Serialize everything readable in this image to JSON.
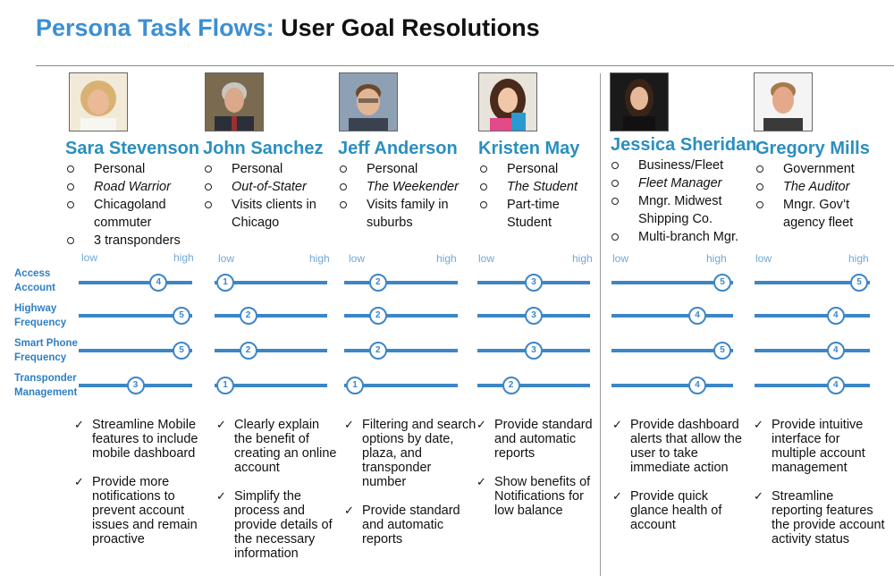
{
  "title": {
    "accent": "Persona Task Flows:",
    "main": "User Goal Resolutions"
  },
  "scale": {
    "low": "low",
    "high": "high"
  },
  "metrics": [
    "Access Account",
    "Highway Frequency",
    "Smart Phone Frequency",
    "Transponder Management"
  ],
  "metric_lines": [
    [
      "Access",
      "Account"
    ],
    [
      "Highway",
      "Frequency"
    ],
    [
      "Smart Phone",
      "Frequency"
    ],
    [
      "Transponder",
      "Management"
    ]
  ],
  "colors": {
    "accent": "#3d8fd1",
    "name": "#2a8fbf",
    "slider": "#3d86c6"
  },
  "personas": [
    {
      "name": "Sara Stevenson",
      "attributes": [
        "Personal",
        "Road Warrior",
        "Chicagoland commuter",
        "3 transponders"
      ],
      "ratings": [
        4,
        5,
        5,
        3
      ],
      "recommendations": [
        "Streamline Mobile features to include mobile dashboard",
        "Provide more notifications to prevent account issues and remain proactive"
      ]
    },
    {
      "name": "John Sanchez",
      "attributes": [
        "Personal",
        "Out-of-Stater",
        "Visits clients in Chicago"
      ],
      "ratings": [
        1,
        2,
        2,
        1
      ],
      "recommendations": [
        "Clearly explain the benefit of creating an online account",
        "Simplify the process and provide details of the necessary information"
      ]
    },
    {
      "name": "Jeff Anderson",
      "attributes": [
        "Personal",
        "The Weekender",
        "Visits family in suburbs"
      ],
      "ratings": [
        2,
        2,
        2,
        1
      ],
      "recommendations": [
        "Filtering and search options by date, plaza, and transponder number",
        "Provide standard and automatic reports"
      ]
    },
    {
      "name": "Kristen May",
      "attributes": [
        "Personal",
        "The Student",
        "Part-time Student"
      ],
      "ratings": [
        3,
        3,
        3,
        2
      ],
      "recommendations": [
        "Provide standard and automatic reports",
        "Show benefits of Notifications for low balance"
      ]
    },
    {
      "name": "Jessica Sheridan",
      "attributes": [
        "Business/Fleet",
        "Fleet Manager",
        "Mngr. Midwest Shipping Co.",
        "Multi-branch Mgr."
      ],
      "ratings": [
        5,
        4,
        5,
        4
      ],
      "recommendations": [
        "Provide dashboard alerts that allow the user to take immediate action",
        "Provide quick glance health of account"
      ]
    },
    {
      "name": "Gregory Mills",
      "attributes": [
        "Government",
        "The Auditor",
        "Mngr. Gov’t agency fleet"
      ],
      "ratings": [
        5,
        4,
        4,
        4
      ],
      "recommendations": [
        "Provide intuitive interface for multiple account management",
        "Streamline reporting features the provide account activity status"
      ]
    }
  ]
}
